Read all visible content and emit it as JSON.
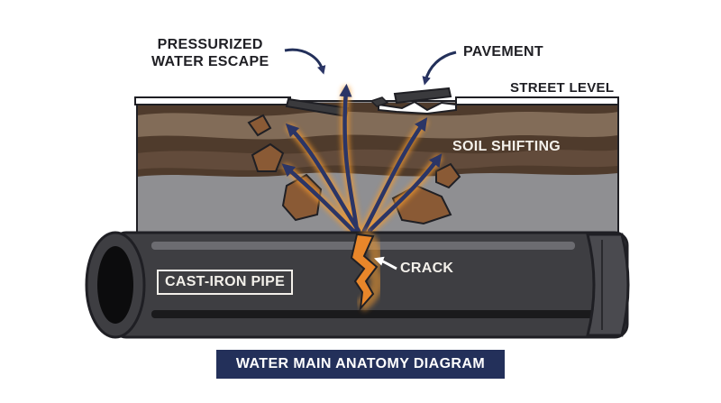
{
  "labels": {
    "pressurized_line1": "PRESSURIZED",
    "pressurized_line2": "WATER ESCAPE",
    "pavement": "PAVEMENT",
    "street_level": "STREET LEVEL",
    "soil_shifting": "SOIL SHIFTING",
    "crack": "CRACK",
    "cast_iron_pipe": "CAST-IRON PIPE"
  },
  "title": "WATER MAIN ANATOMY DIAGRAM",
  "colors": {
    "soil_dark": "#4f3b2c",
    "soil_light": "#8b7560",
    "gravel": "#8f8f92",
    "pipe": "#3e3e42",
    "water_arrow": "#2b3566",
    "glow": "#f39a2e",
    "crack": "#e8862a",
    "rock": "#8a5a35",
    "banner": "#23305a"
  }
}
